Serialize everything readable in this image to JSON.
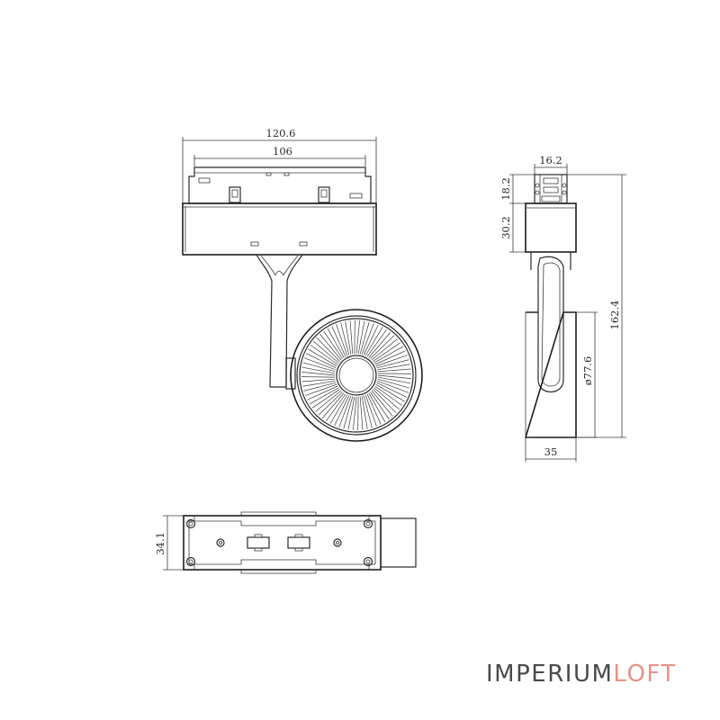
{
  "dimensions": {
    "width_total": "120.6",
    "width_inner": "106",
    "adapter_width": "16.2",
    "adapter_height": "18.2",
    "body_height": "30.2",
    "total_height": "162.4",
    "diameter": "ø77.6",
    "depth": "35",
    "bottom_height": "34.1"
  },
  "brand": {
    "part1": "IMPERIUM",
    "part2": "LOFT",
    "color_main": "#4a4a4a",
    "color_accent": "#e3938a"
  }
}
